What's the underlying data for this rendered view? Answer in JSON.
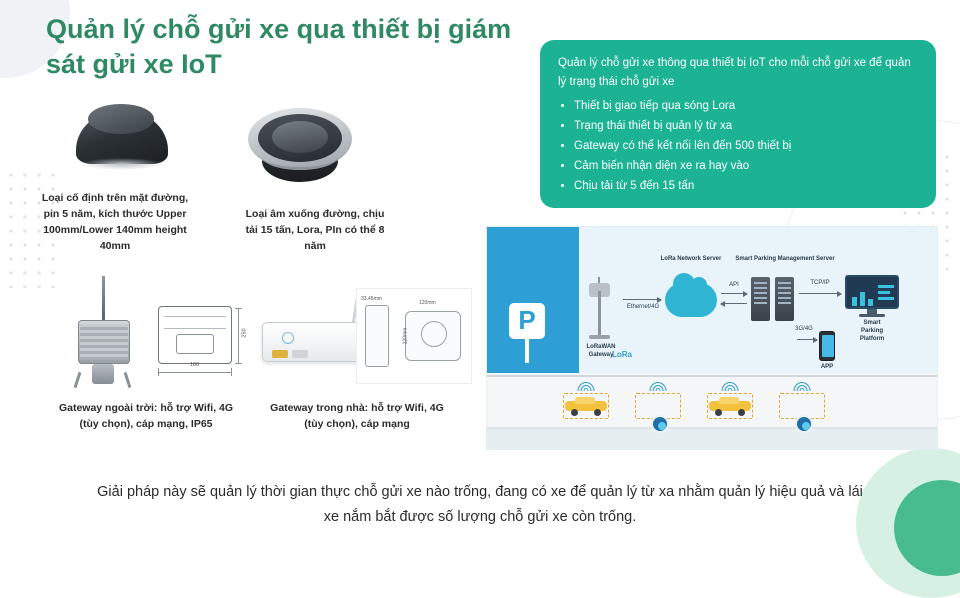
{
  "slide": {
    "title": "Quản lý chỗ gửi xe qua thiết bị giám sát gửi xe IoT",
    "footer": "Giải pháp này sẽ quản lý thời gian thực chỗ gửi xe nào trống, đang có xe để quản lý từ xa nhằm quản lý hiệu quả và lái xe nắm bắt được số lượng chỗ gửi xe còn trống."
  },
  "feature_card": {
    "accent_color": "#1bb394",
    "intro": "Quản lý chỗ gửi xe thông qua thiết bị IoT cho mỗi chỗ gửi xe để quản lý trạng thái chỗ gửi xe",
    "bullets": [
      "Thiết bị giao tiếp qua sóng Lora",
      "Trạng thái thiết bị quản lý từ xa",
      "Gateway có thể kết nối lên đến 500 thiết bị",
      "Cảm biến nhận diện xe ra hay vào",
      "Chịu tải từ 5 đến 15 tấn"
    ]
  },
  "products": [
    {
      "id": "surface-sensor",
      "caption": "Loại cố định trên mặt đường, pin 5 năm, kích thước Upper 100mm/Lower 140mm height 40mm"
    },
    {
      "id": "flush-sensor",
      "caption": "Loại âm xuống đường, chịu tải 15 tấn, Lora, PIn có thể 8 năm"
    },
    {
      "id": "outdoor-gateway",
      "caption": "Gateway ngoài trời: hỗ trợ Wifi, 4G (tùy chọn), cáp mạng, IP65"
    },
    {
      "id": "indoor-gateway",
      "caption": "Gateway trong nhà: hỗ trợ Wifi, 4G (tùy chọn), cáp mạng"
    }
  ],
  "drawing_dims": {
    "outdoor_width": "160",
    "outdoor_height": "250",
    "panel_tall": "33.45mm",
    "panel_square": "120mm",
    "panel_square_h": "120mm"
  },
  "architecture": {
    "title_colors": {
      "panel": "#2e9fd4",
      "cloud": "#2fb4d4"
    },
    "nodes": [
      {
        "id": "lorawan-gateway",
        "label": "LoRaWAN\nGateway"
      },
      {
        "id": "lora-network-server",
        "label": "LoRa Network Server"
      },
      {
        "id": "smart-parking-management-server",
        "label": "Smart Parking Management Server"
      },
      {
        "id": "smart-parking-platform",
        "label": "Smart\nParking\nPlatform"
      },
      {
        "id": "app",
        "label": "APP"
      }
    ],
    "links": [
      {
        "id": "ethernet-4g",
        "label": "Ethernet/4G"
      },
      {
        "id": "api",
        "label": "API"
      },
      {
        "id": "tcp-ip",
        "label": "TCP/IP"
      },
      {
        "id": "3g-4g",
        "label": "3G/4G"
      },
      {
        "id": "lora",
        "label": "LoRa"
      }
    ],
    "parking_label": "P"
  }
}
